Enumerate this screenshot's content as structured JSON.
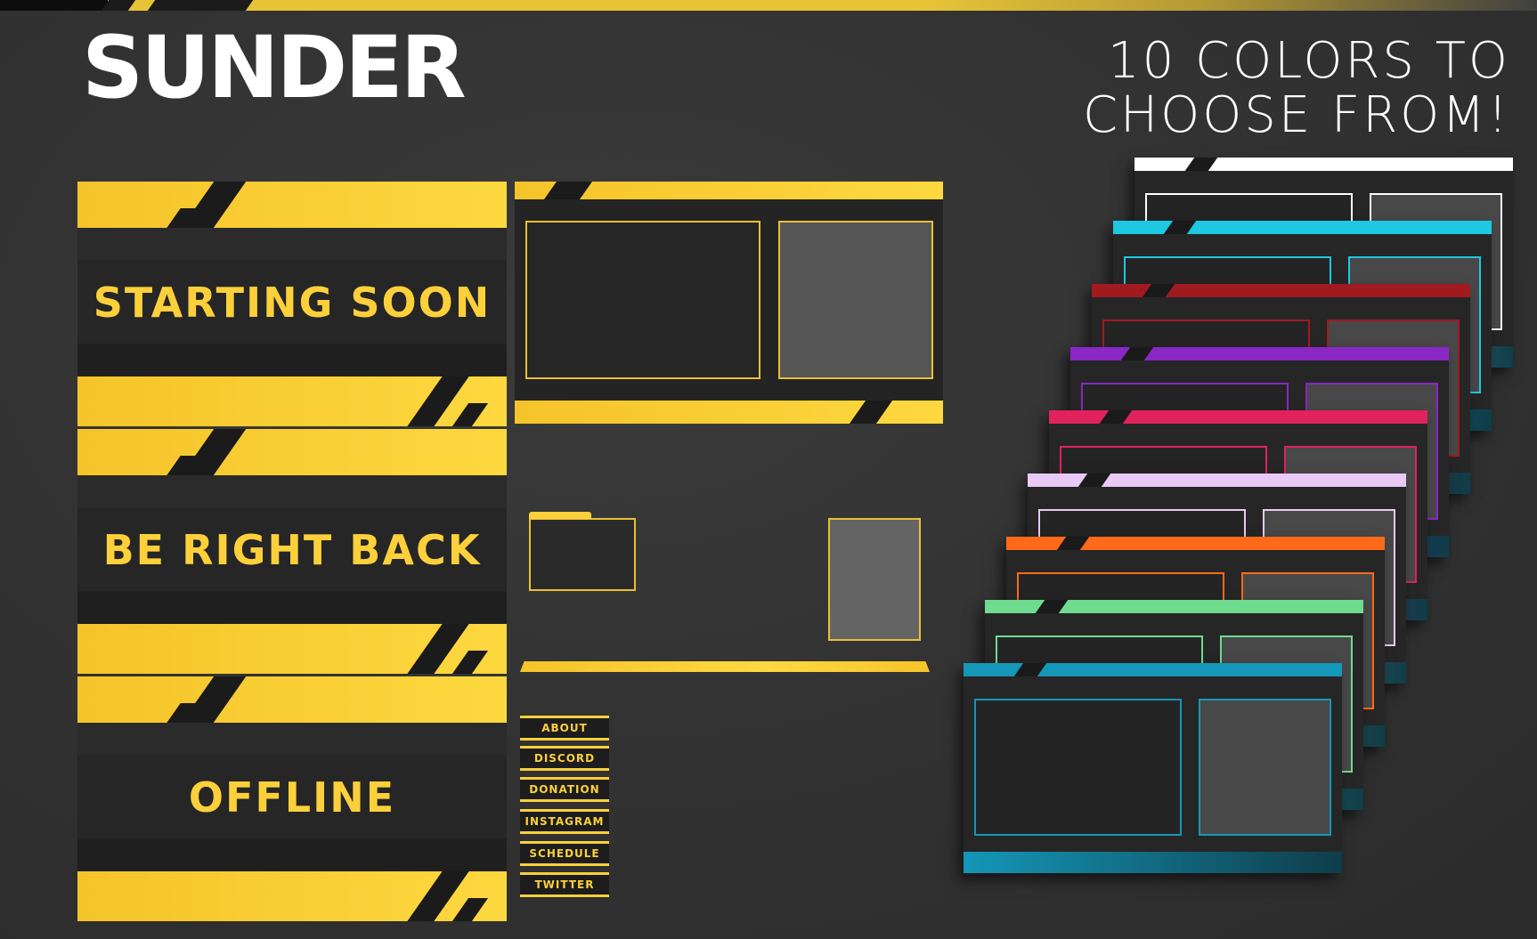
{
  "brand": {
    "title": "SUNDER"
  },
  "promo": {
    "line1": "10 COLORS TO",
    "line2": "CHOOSE FROM!"
  },
  "scenes": [
    {
      "label": "STARTING SOON"
    },
    {
      "label": "BE RIGHT BACK"
    },
    {
      "label": "OFFLINE"
    }
  ],
  "panels": [
    "ABOUT",
    "DISCORD",
    "DONATION",
    "INSTAGRAM",
    "SCHEDULE",
    "TWITTER"
  ],
  "colors": {
    "accent": "#fcd03a",
    "background": "#333333",
    "variants": [
      "#ffffff",
      "#1ec8e0",
      "#a11a1f",
      "#8a27c5",
      "#e0225d",
      "#e9c9f5",
      "#ff6a1a",
      "#6fdb8f",
      "#1497b8"
    ]
  }
}
